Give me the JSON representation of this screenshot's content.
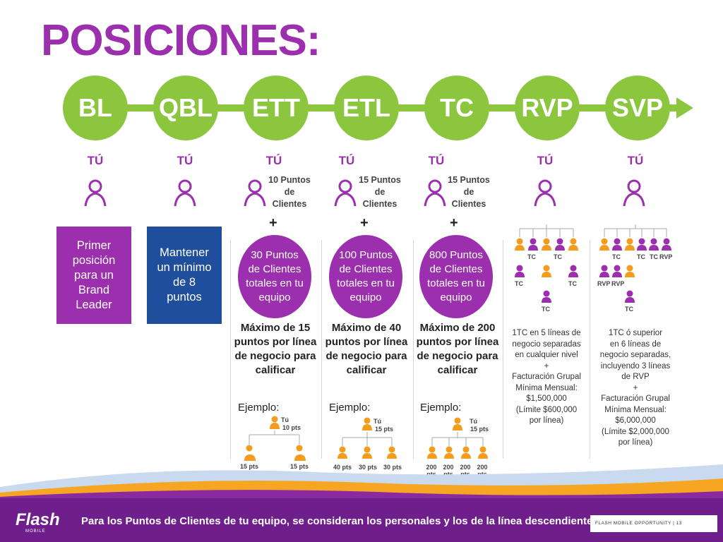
{
  "title": "POSICIONES:",
  "levels": [
    {
      "code": "BL",
      "tu": "TÚ"
    },
    {
      "code": "QBL",
      "tu": "TÚ"
    },
    {
      "code": "ETT",
      "tu": "TÚ",
      "pts": [
        "10 Puntos",
        "de",
        "Clientes"
      ]
    },
    {
      "code": "ETL",
      "tu": "TÚ",
      "pts": [
        "15 Puntos",
        "de",
        "Clientes"
      ]
    },
    {
      "code": "TC",
      "tu": "TÚ",
      "pts": [
        "15 Puntos",
        "de",
        "Clientes"
      ]
    },
    {
      "code": "RVP",
      "tu": "TÚ"
    },
    {
      "code": "SVP",
      "tu": "TÚ"
    }
  ],
  "plus": "+",
  "boxes": {
    "bl": "Primer posición para un Brand Leader",
    "qbl": "Mantener un mínimo de 8 puntos"
  },
  "ett": {
    "circle": "30 Puntos de Clientes totales en tu equipo",
    "max": "Máximo de 15 puntos por línea de negocio para calificar",
    "ejemplo": "Ejemplo:",
    "top": [
      "Tú",
      "10 pts"
    ],
    "bottom": [
      "15 pts",
      "15 pts"
    ]
  },
  "etl": {
    "circle": "100 Puntos de Clientes totales en tu equipo",
    "max": "Máximo de 40 puntos por línea de negocio para calificar",
    "ejemplo": "Ejemplo:",
    "top": [
      "Tú",
      "15 pts"
    ],
    "bottom": [
      "40 pts",
      "30 pts",
      "30 pts"
    ]
  },
  "tc": {
    "circle": "800 Puntos de Clientes totales en tu equipo",
    "max": "Máximo de 200 puntos por línea de negocio para calificar",
    "ejemplo": "Ejemplo:",
    "top": [
      "Tú",
      "15 pts"
    ],
    "bottom": [
      "200 pts",
      "200 pts",
      "200 pts",
      "200 pts"
    ]
  },
  "rvp": {
    "labels_row1": [
      "TC",
      "TC"
    ],
    "labels_row2": [
      "TC",
      "TC"
    ],
    "label_row3": "TC",
    "desc": [
      "1TC en 5 líneas de",
      "negocio separadas",
      "en cualquier nivel",
      "+",
      "Facturación Grupal",
      "Mínima Mensual:",
      "$1,500,000",
      "(Límite $600,000",
      "por línea)"
    ]
  },
  "svp": {
    "labels_row1": [
      "TC",
      "TC",
      "TC",
      "RVP"
    ],
    "labels_row2": [
      "RVP",
      "RVP"
    ],
    "label_row3": "TC",
    "desc": [
      "1TC ó superior",
      "en 6 líneas de",
      "negocio separadas,",
      "incluyendo 3 líneas",
      "de RVP",
      "+",
      "Facturación Grupal",
      "Mínima Mensual:",
      "$6,000,000",
      "(Límite $2,000,000",
      "por línea)"
    ]
  },
  "footer": {
    "logo": "Flash",
    "logo_sub": "MOBILE",
    "text": "Para los Puntos de Clientes de tu equipo, se consideran los personales y los de la línea descendiente",
    "opportunity": "FLASH MOBILE OPPORTUNITY  |  13"
  },
  "colors": {
    "purple": "#9b2fae",
    "green": "#8cc63f",
    "blue": "#1f4e9c",
    "orange": "#f39c1e"
  }
}
